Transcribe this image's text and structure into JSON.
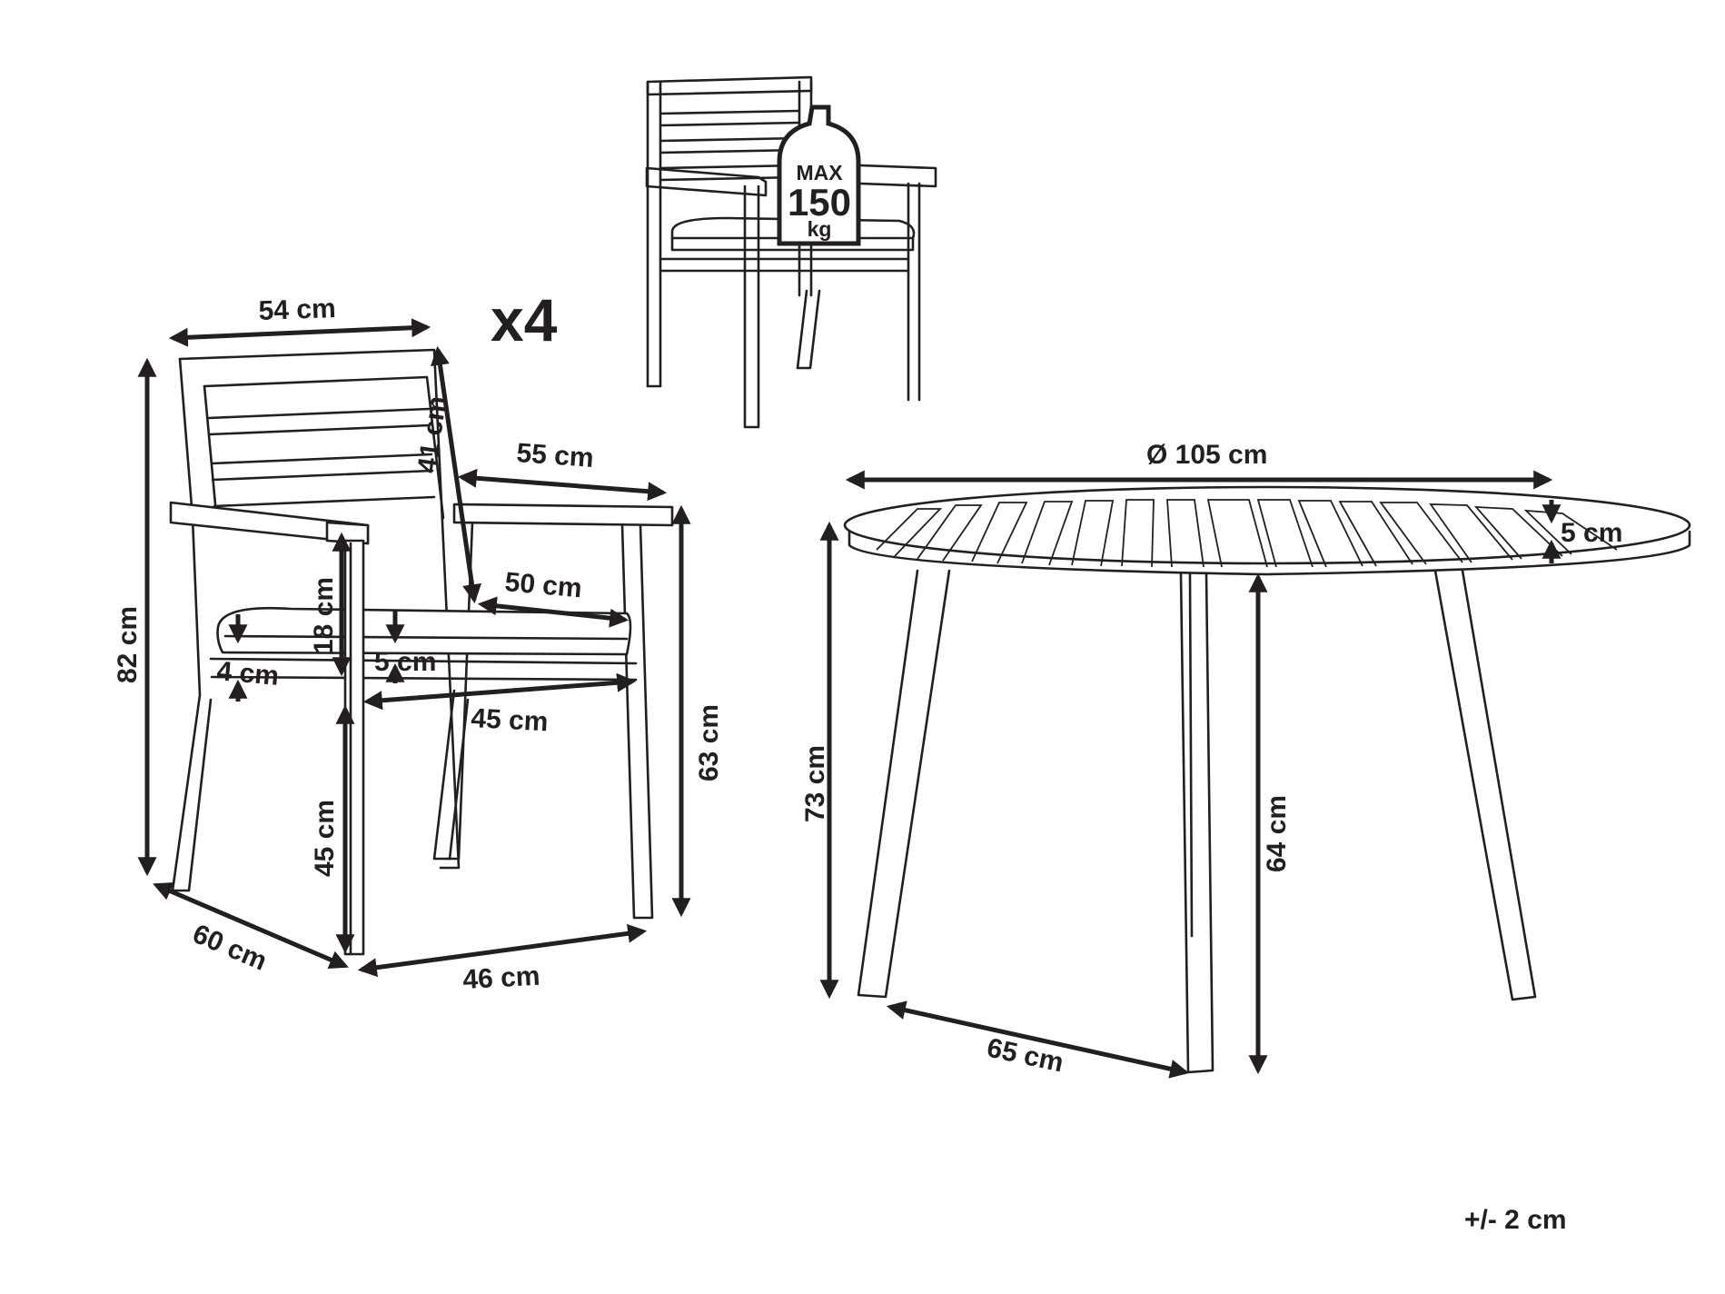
{
  "chair_dims": {
    "width": "54 cm",
    "backrest_height": "41 cm",
    "depth_top": "55 cm",
    "total_height": "82 cm",
    "seat_depth": "50 cm",
    "armrest_above_seat": "18 cm",
    "cushion_thickness": "5 cm",
    "cushion_gap": "4 cm",
    "seat_width": "45 cm",
    "armrest_height": "63 cm",
    "seat_height": "45 cm",
    "depth_bottom": "60 cm",
    "width_bottom": "46 cm"
  },
  "quantity": "x4",
  "weight_badge": {
    "line1": "MAX",
    "line2": "150",
    "line3": "kg"
  },
  "table_dims": {
    "diameter": "Ø 105 cm",
    "top_thickness": "5 cm",
    "total_height": "73 cm",
    "leg_clearance": "64 cm",
    "leg_spread": "65 cm"
  },
  "tolerance": "+/- 2 cm"
}
